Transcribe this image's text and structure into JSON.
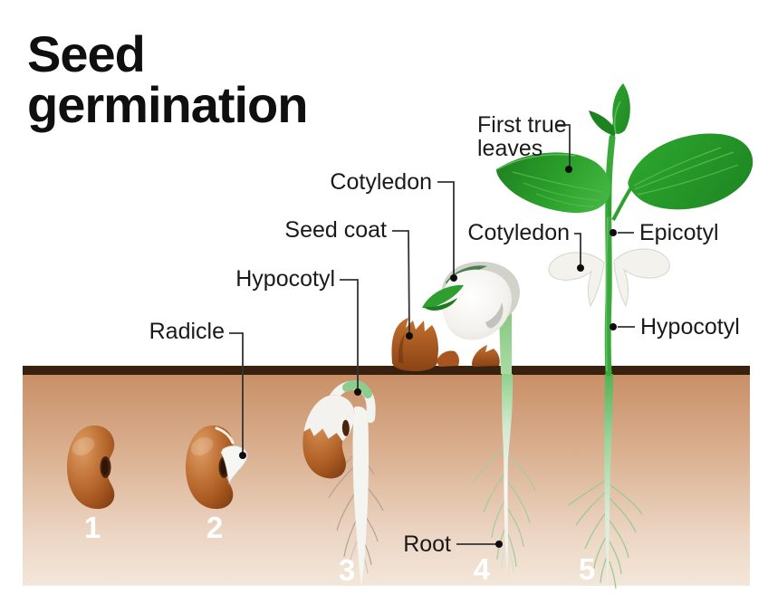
{
  "title": {
    "line1": "Seed",
    "line2": "germination"
  },
  "labels": {
    "radicle": "Radicle",
    "hypocotyl_stage3": "Hypocotyl",
    "seed_coat": "Seed coat",
    "cotyledon_stage4": "Cotyledon",
    "first_true_leaves_line1": "First true",
    "first_true_leaves_line2": "leaves",
    "cotyledon_stage5": "Cotyledon",
    "epicotyl": "Epicotyl",
    "hypocotyl_stage5": "Hypocotyl",
    "root": "Root"
  },
  "stages": [
    {
      "number": "1"
    },
    {
      "number": "2"
    },
    {
      "number": "3"
    },
    {
      "number": "4"
    },
    {
      "number": "5"
    }
  ],
  "colors": {
    "background": "#ffffff",
    "soil_top": "#c99067",
    "soil_bottom": "#f3e7da",
    "soil_surface_line": "#38220f",
    "seed_brown": "#b4662c",
    "seed_shell_dark": "#8a4314",
    "cotyledon_white": "#f2f1ec",
    "leaf_green": "#2da22e",
    "leaf_green_dark": "#1d8220",
    "stem_green": "#3aa93c",
    "root_white": "#f4f4f0",
    "label_text": "#1a1a1a",
    "leader_line": "#333333",
    "stage_number": "#ffffff",
    "title_text": "#0f0f0f"
  }
}
